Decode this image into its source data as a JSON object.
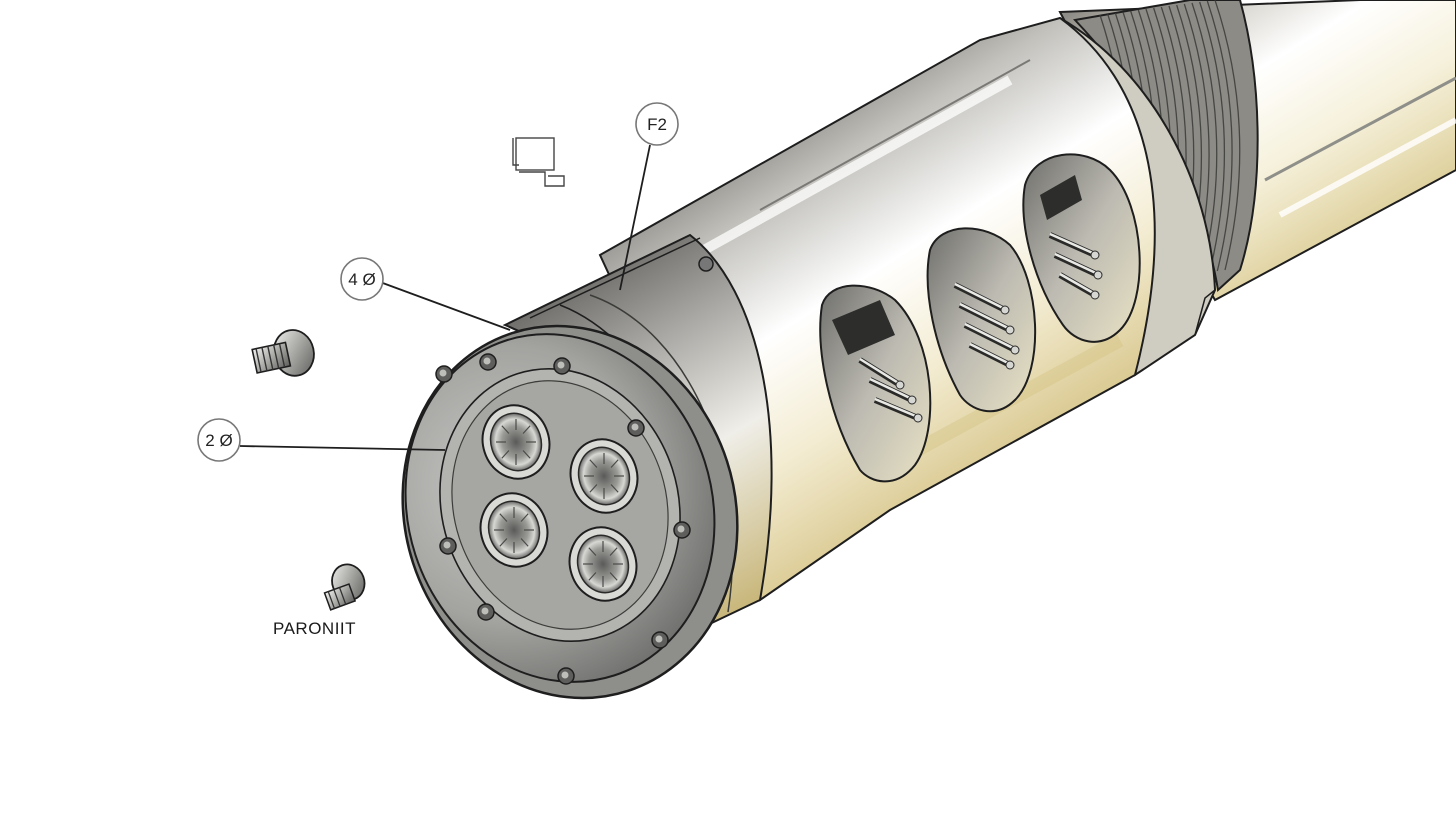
{
  "callouts": {
    "f2": "F2",
    "c40": "4 Ø",
    "c20": "2 Ø"
  },
  "part_label": "PARONIIT",
  "colors": {
    "steel_light": "#f4f4f2",
    "steel_mid": "#b9b9b6",
    "steel_dark": "#6c6c6a",
    "brass_tint": "#e6d9a6",
    "line": "#1e1e1e"
  }
}
